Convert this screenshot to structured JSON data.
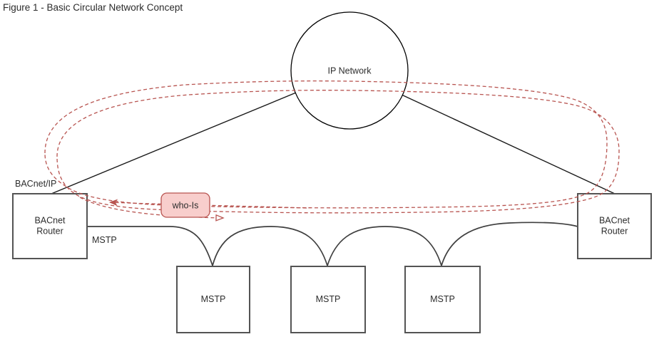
{
  "title": "Figure 1 - Basic Circular Network Concept",
  "diagram": {
    "ip_network_label": "IP Network",
    "left_router_line1": "BACnet",
    "left_router_line2": "Router",
    "right_router_line1": "BACnet",
    "right_router_line2": "Router",
    "mstp_nodes": [
      "MSTP",
      "MSTP",
      "MSTP"
    ],
    "bacnet_ip_label": "BACnet/IP",
    "mstp_bus_label": "MSTP",
    "who_is_label": "who-Is"
  },
  "colors": {
    "loop_red": "#b85450",
    "who_is_fill": "#f8cecc",
    "box_stroke": "#545454",
    "line_black": "#1a1a1a"
  }
}
